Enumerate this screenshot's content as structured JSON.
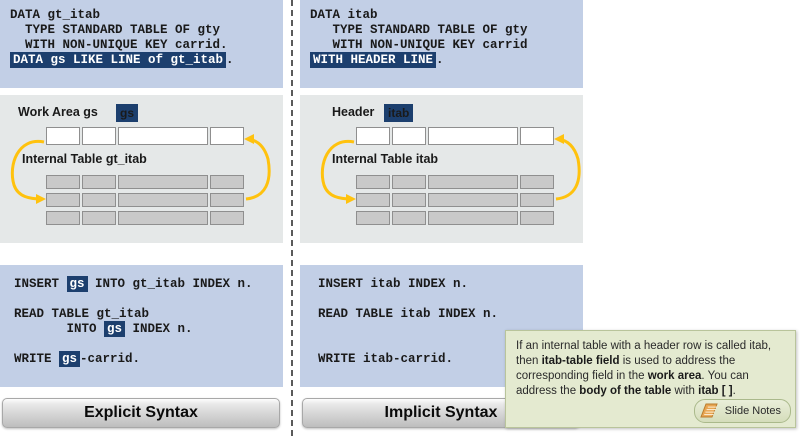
{
  "left_panel": {
    "declaration": {
      "lines": [
        [
          {
            "t": "DATA gt_itab",
            "hl": false
          }
        ],
        [
          {
            "t": "  TYPE STANDARD TABLE OF gty",
            "hl": false
          }
        ],
        [
          {
            "t": "  WITH NON-UNIQUE KEY carrid.",
            "hl": false
          }
        ],
        [
          {
            "t": "DATA gs LIKE LINE of gt_itab",
            "hl": true
          },
          {
            "t": ".",
            "hl": false
          }
        ]
      ]
    },
    "diagram": {
      "work_area_label": "Work Area  gs",
      "work_area_badge": "gs",
      "internal_table_label": "Internal Table  gt_itab"
    },
    "statements": {
      "lines": [
        [
          {
            "t": "INSERT ",
            "hl": false
          },
          {
            "t": "gs",
            "hl": true
          },
          {
            "t": " INTO gt_itab INDEX n.",
            "hl": false
          }
        ],
        [
          {
            "t": "",
            "hl": false
          }
        ],
        [
          {
            "t": "READ TABLE gt_itab",
            "hl": false
          }
        ],
        [
          {
            "t": "       INTO ",
            "hl": false
          },
          {
            "t": "gs",
            "hl": true
          },
          {
            "t": " INDEX n.",
            "hl": false
          }
        ],
        [
          {
            "t": "",
            "hl": false
          }
        ],
        [
          {
            "t": "WRITE ",
            "hl": false
          },
          {
            "t": "gs",
            "hl": true
          },
          {
            "t": "-carrid.",
            "hl": false
          }
        ]
      ]
    },
    "caption": "Explicit Syntax"
  },
  "right_panel": {
    "declaration": {
      "lines": [
        [
          {
            "t": "DATA itab",
            "hl": false
          }
        ],
        [
          {
            "t": "   TYPE STANDARD TABLE OF gty",
            "hl": false
          }
        ],
        [
          {
            "t": "   WITH NON-UNIQUE KEY carrid",
            "hl": false
          }
        ],
        [
          {
            "t": "WITH HEADER LINE",
            "hl": true
          },
          {
            "t": ".",
            "hl": false
          }
        ]
      ]
    },
    "diagram": {
      "work_area_label": "Header ",
      "work_area_badge": "itab",
      "internal_table_label": "Internal Table  itab"
    },
    "statements": {
      "lines": [
        [
          {
            "t": "INSERT itab INDEX n.",
            "hl": false
          }
        ],
        [
          {
            "t": "",
            "hl": false
          }
        ],
        [
          {
            "t": "READ TABLE itab INDEX n.",
            "hl": false
          }
        ],
        [
          {
            "t": "",
            "hl": false
          }
        ],
        [
          {
            "t": "",
            "hl": false
          }
        ],
        [
          {
            "t": "WRITE itab-carrid.",
            "hl": false
          }
        ]
      ]
    },
    "caption": "Implicit Syntax"
  },
  "tooltip": {
    "parts": [
      {
        "t": "If an internal table with a header row is called itab, then ",
        "b": false
      },
      {
        "t": "itab-table field",
        "b": true
      },
      {
        "t": " is used to address the corresponding field in the ",
        "b": false
      },
      {
        "t": "work area",
        "b": true
      },
      {
        "t": ". You can address the ",
        "b": false
      },
      {
        "t": "body of the table",
        "b": true
      },
      {
        "t": " with ",
        "b": false
      },
      {
        "t": "itab [ ]",
        "b": true
      },
      {
        "t": ".",
        "b": false
      }
    ],
    "slide_notes_label": "Slide Notes",
    "slide_notes_icon": "notepad-icon"
  },
  "colors": {
    "code_background": "#c2cfe6",
    "diagram_background": "#e5e8e8",
    "badge_background": "#1c3f6e",
    "arrow": "#ffc20e",
    "tooltip_background": "#e4ead0",
    "divider": "#5a5a5a"
  }
}
